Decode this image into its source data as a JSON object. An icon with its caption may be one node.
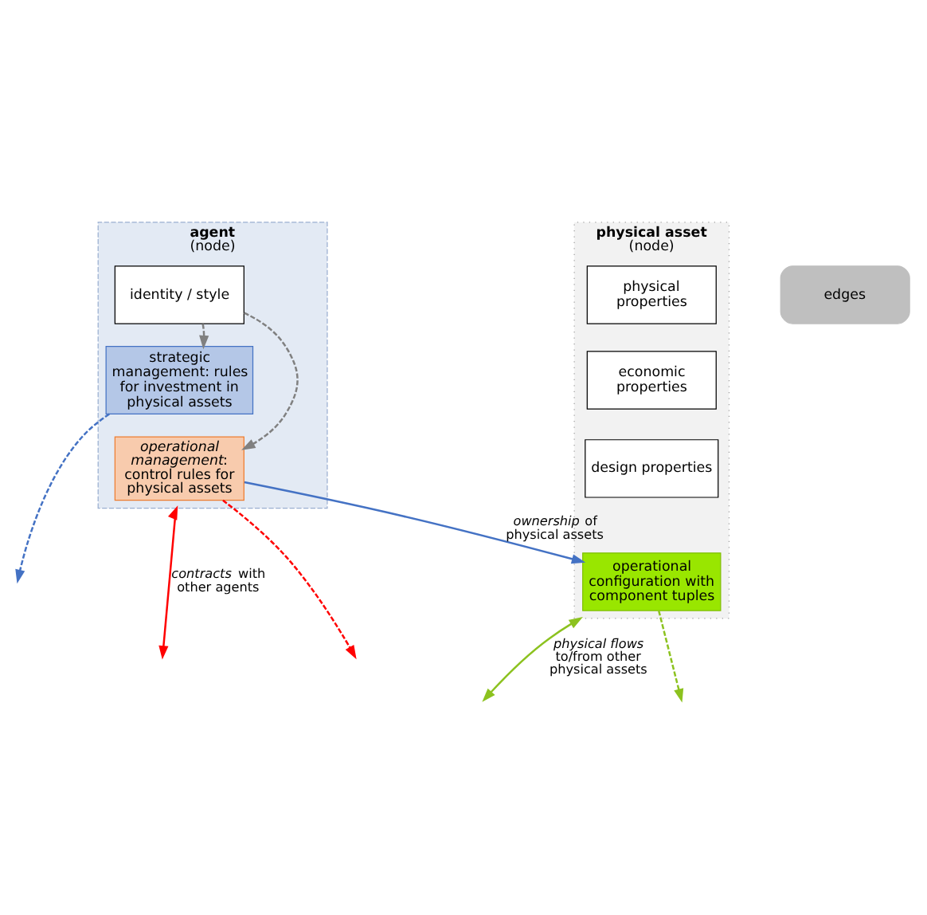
{
  "diagram": {
    "nodes": [
      {
        "text": [
          "agent",
          "(node)"
        ]
      },
      {
        "text": [
          "identity / style"
        ],
        "in": 0
      },
      {
        "text": [
          "strategic management: rules for investment in physical assets"
        ],
        "in": 0
      },
      {
        "text": [
          "*operational management*: control rules for physical assets"
        ],
        "in": 0
      },
      {
        "text": [
          "physical asset",
          "(node)"
        ]
      },
      {
        "text": [
          "physical properties"
        ],
        "in": 4
      },
      {
        "text": [
          "economic properties"
        ],
        "in": 4
      },
      {
        "text": [
          "design properties"
        ],
        "in": 4
      },
      {
        "text": [
          "operational configuration with component tuples"
        ],
        "in": 4
      },
      {
        "text": [
          "edges"
        ]
      }
    ],
    "edges": [
      {
        "from": 1,
        "to": 2,
        "arrow": "to",
        "style": "dashed",
        "color": "#808080"
      },
      {
        "from": 1,
        "to": 3,
        "arrow": "to",
        "style": "dashed",
        "color": "#808080"
      },
      {
        "from": 2,
        "to": null,
        "arrow": "to",
        "style": "dashed",
        "color": "#4472c4"
      },
      {
        "from": 3,
        "to": 8,
        "arrow": "to",
        "label": "*ownership* of physical assets",
        "color": "#4472c4"
      },
      {
        "from": 0,
        "to": null,
        "arrow": "both",
        "label": "*contracts* with other agents",
        "color": "#ff0000"
      },
      {
        "from": 3,
        "to": null,
        "arrow": "to",
        "style": "dashed",
        "color": "#ff0000"
      },
      {
        "from": 4,
        "to": null,
        "arrow": "both",
        "label": "*physical flows* to/from other physical assets",
        "color": "#8cc21f"
      },
      {
        "from": 8,
        "to": null,
        "arrow": "to",
        "style": "dashed",
        "color": "#8cc21f"
      }
    ]
  }
}
